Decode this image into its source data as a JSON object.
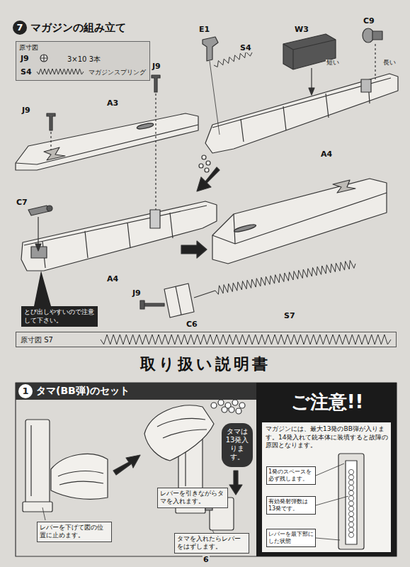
{
  "diagram": {
    "title": "取り扱い説明書",
    "nodes": [
      {
        "text": [
          "7",
          "マガジンの組み立て"
        ]
      },
      {
        "text": [
          "原寸図",
          "J9",
          "3×10 3本",
          "S4",
          "マガジンスプリング"
        ]
      },
      {
        "text": [
          "とび出しやすいので注意して下さい。"
        ]
      },
      {
        "text": [
          "原寸図 S7"
        ]
      },
      {
        "text": [
          "1",
          "タマ(BB弾)のセット"
        ]
      },
      {
        "text": [
          "タマは13発入ります。"
        ]
      },
      {
        "text": [
          "レバーを引きながらタマを入れます。"
        ]
      },
      {
        "text": [
          "レバーを下げて図の位置に止めます。"
        ]
      },
      {
        "text": [
          "タマを入れたらレバーをはずします。"
        ]
      },
      {
        "text": [
          "ご注意!!"
        ]
      },
      {
        "text": [
          "マガジンには、最大13発のBB弾が入ります。14発入れて銃本体に装填すると故障の原因となります。"
        ],
        "in": 9
      },
      {
        "text": [
          "1発のスペースを必ず残します。"
        ],
        "in": 10
      },
      {
        "text": [
          "有効発射弾数は13発です。"
        ],
        "in": 10
      },
      {
        "text": [
          "レバーを最下部にした状態"
        ],
        "in": 10
      }
    ],
    "labels": [
      "E1",
      "S4",
      "W3",
      "C9",
      "短い",
      "長い",
      "J9",
      "J9",
      "A3",
      "A4",
      "C7",
      "A4",
      "J9",
      "C6",
      "S7",
      "6"
    ]
  }
}
